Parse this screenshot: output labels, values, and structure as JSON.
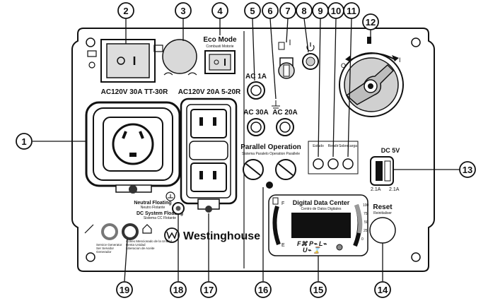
{
  "labels": {
    "ac120_30a": "AC120V 30A TT-30R",
    "ac120_20a": "AC120V 20A 5-20R",
    "eco_mode": "Eco Mode",
    "eco_mode_sub": "Combusti    Motorie",
    "ac_1a": "AC 1A",
    "ac_30a": "AC 30A",
    "ac_20a": "AC 20A",
    "parallel_operation": "Parallel Operation",
    "parallel_operation_sub": "Sistema Paralelo Operation Parallele",
    "neutral_floating": "Neutral Floating",
    "neutral_floating_sub": "Neutro Flotante",
    "dc_system_floating": "DC System Floating",
    "dc_system_floating_sub": "Sistema CC Flotante",
    "brand": "Westinghouse",
    "digital_data_center": "Digital Data Center",
    "digital_data_center_sub": "Centro de Datos Digitales",
    "fuel_f": "F",
    "fuel_e": "E",
    "load_scale": [
      "100",
      "75",
      "50",
      "25",
      "0"
    ],
    "display_row1": "F⌘  P⌁  L⌁",
    "display_row2": "U⌁  ⌛",
    "dc_5v": "DC 5V",
    "usb_a1": "2.1A",
    "usb_a2": "2.1A",
    "reset": "Reset",
    "reset_sub": "Reinitialiser",
    "service_left": "Service Generator\nSer Servidor\nGenerador",
    "service_right": "Conex Mencionado de la Unidad\nRenta Unidad\nLiberacion de Aceite",
    "status_label_1": "Estado",
    "status_label_2": "Rendir",
    "status_label_3": "Sobrecarga"
  },
  "callouts": [
    "1",
    "2",
    "3",
    "4",
    "5",
    "6",
    "7",
    "8",
    "9",
    "10",
    "11",
    "12",
    "13",
    "14",
    "15",
    "16",
    "17",
    "18",
    "19"
  ]
}
